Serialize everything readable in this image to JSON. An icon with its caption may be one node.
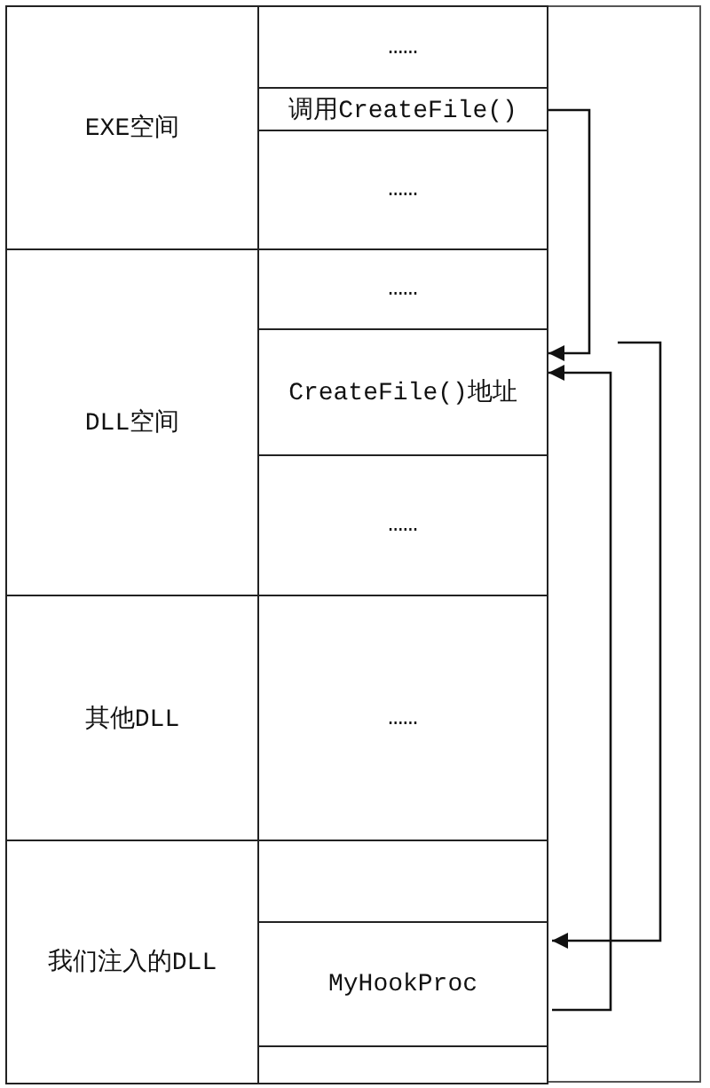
{
  "diagram": {
    "nodes": [
      {
        "text": [
          "EXE空间"
        ]
      },
      {
        "text": [
          "……"
        ]
      },
      {
        "text": [
          "调用CreateFile()"
        ]
      },
      {
        "text": [
          "……"
        ]
      },
      {
        "text": [
          "DLL空间"
        ]
      },
      {
        "text": [
          "……"
        ]
      },
      {
        "text": [
          "CreateFile()地址"
        ]
      },
      {
        "text": [
          "……"
        ]
      },
      {
        "text": [
          "其他DLL"
        ]
      },
      {
        "text": [
          "……"
        ]
      },
      {
        "text": [
          "我们注入的DLL"
        ]
      },
      {
        "text": [],
        "shape": "box"
      },
      {
        "text": [
          "MyHookProc"
        ]
      },
      {
        "text": [],
        "shape": "box"
      }
    ],
    "edges": [
      {
        "from": 2,
        "to": 6,
        "arrow": "to"
      },
      {
        "from": 12,
        "to": 6,
        "arrow": "to"
      },
      {
        "from": 6,
        "to": 12,
        "arrow": "to"
      }
    ]
  }
}
